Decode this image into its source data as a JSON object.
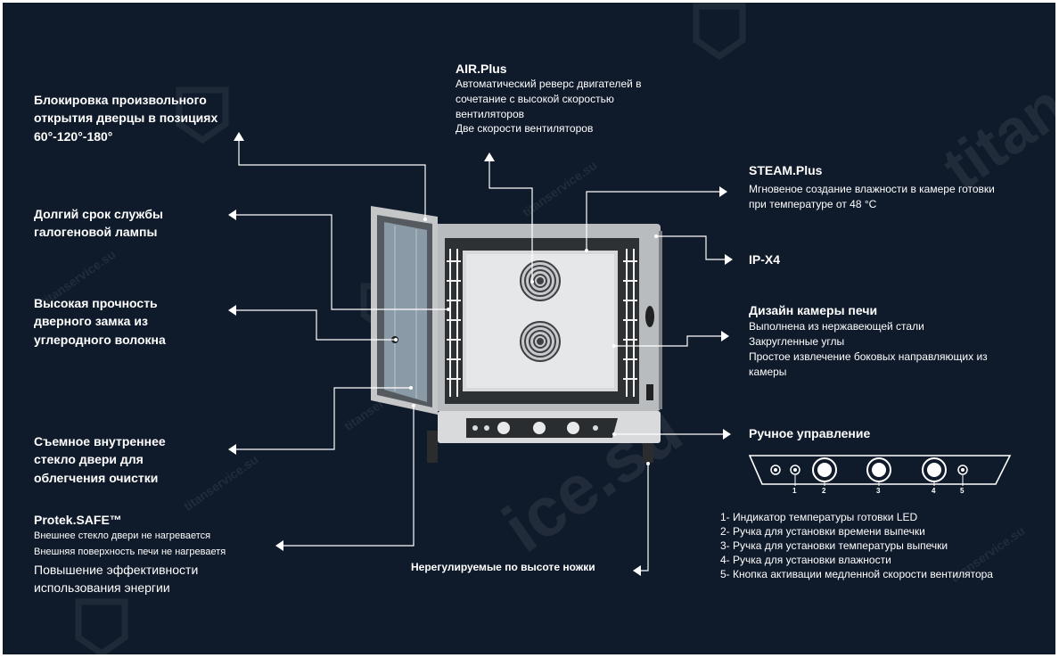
{
  "watermark": {
    "small": "titanservice.su",
    "domain": "ice.su",
    "brand": "titan"
  },
  "labels": {
    "door_lock": {
      "title": "Блокировка произвольного открытия дверцы в позициях 60°-120°-180°"
    },
    "halogen": {
      "title": "Долгий срок службы галогеновой лампы"
    },
    "carbon_lock": {
      "title": "Высокая прочность дверного замка из углеродного волокна"
    },
    "inner_glass": {
      "title": "Съемное внутреннее стекло двери для облегчения очистки"
    },
    "protek": {
      "title": "Protek.SAFE™",
      "line1": "Внешнее стекло двери не нагревается",
      "line2": "Внешняя поверхность печи не нагреваетя",
      "line3": "Повышение эффективности использования энергии"
    },
    "air": {
      "title": "AIR.Plus",
      "desc": "Автоматический реверс двигателей в сочетание с высокой скоростью вентиляторов",
      "desc2": "Две скорости вентиляторов"
    },
    "steam": {
      "title": "STEAM.Plus",
      "desc": "Мгновеное создание влажности в камере готовки при температуре  от 48 °С"
    },
    "ip": {
      "title": "IP-X4"
    },
    "chamber": {
      "title": "Дизайн камеры печи",
      "lines": [
        "Выполнена из нержавеющей стали",
        "Закругленные углы",
        "Простое извлечение боковых направляющих из камеры"
      ]
    },
    "manual": {
      "title": "Ручное управление"
    },
    "legs": {
      "title": "Нерегулируемые по высоте ножки"
    }
  },
  "panel": {
    "numbers": [
      "1",
      "2",
      "3",
      "4",
      "5"
    ],
    "legend": [
      "1- Индикатор температуры готовки LED",
      "2- Ручка  для установки времени выпечки",
      "3- Ручка для установки температуры выпечки",
      "4- Ручка для установки влажности",
      "5- Кнопка активации медленной скорости вентилятора"
    ]
  },
  "colors": {
    "background": "#0f1a2a",
    "text": "#ffffff",
    "steel": "#b9bcbf"
  }
}
